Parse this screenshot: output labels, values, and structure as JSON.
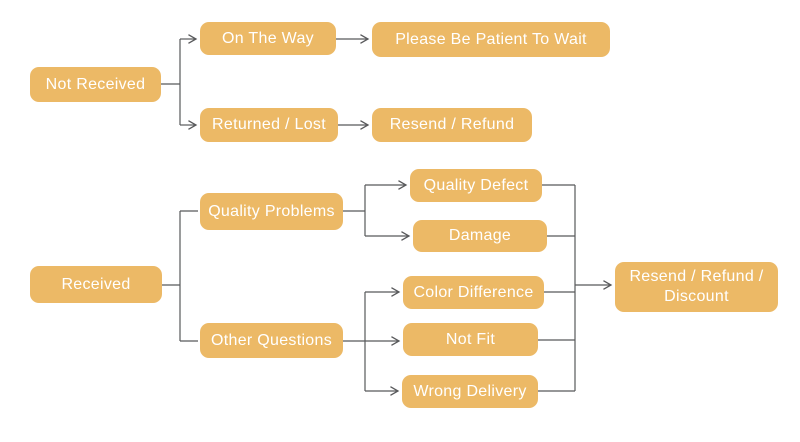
{
  "colors": {
    "node_fill": "#ecb966",
    "node_text": "#ffffff",
    "line": "#58595b",
    "background": "#ffffff"
  },
  "nodes": {
    "not_received": {
      "label": "Not Received"
    },
    "on_the_way": {
      "label": "On The Way"
    },
    "please_be_patient": {
      "label": "Please Be Patient To Wait"
    },
    "returned_lost": {
      "label": "Returned / Lost"
    },
    "resend_refund": {
      "label": "Resend / Refund"
    },
    "received": {
      "label": "Received"
    },
    "quality_problems": {
      "label": "Quality Problems"
    },
    "other_questions": {
      "label": "Other Questions"
    },
    "quality_defect": {
      "label": "Quality Defect"
    },
    "damage": {
      "label": "Damage"
    },
    "color_difference": {
      "label": "Color Difference"
    },
    "not_fit": {
      "label": "Not Fit"
    },
    "wrong_delivery": {
      "label": "Wrong Delivery"
    },
    "resend_refund_discount": {
      "label": "Resend / Refund / Discount"
    }
  },
  "edges": [
    {
      "from": "not_received",
      "to": "on_the_way"
    },
    {
      "from": "not_received",
      "to": "returned_lost"
    },
    {
      "from": "on_the_way",
      "to": "please_be_patient"
    },
    {
      "from": "returned_lost",
      "to": "resend_refund"
    },
    {
      "from": "received",
      "to": "quality_problems"
    },
    {
      "from": "received",
      "to": "other_questions"
    },
    {
      "from": "quality_problems",
      "to": "quality_defect"
    },
    {
      "from": "quality_problems",
      "to": "damage"
    },
    {
      "from": "other_questions",
      "to": "color_difference"
    },
    {
      "from": "other_questions",
      "to": "not_fit"
    },
    {
      "from": "other_questions",
      "to": "wrong_delivery"
    },
    {
      "from": "quality_defect",
      "to": "resend_refund_discount"
    },
    {
      "from": "damage",
      "to": "resend_refund_discount"
    },
    {
      "from": "color_difference",
      "to": "resend_refund_discount"
    },
    {
      "from": "not_fit",
      "to": "resend_refund_discount"
    },
    {
      "from": "wrong_delivery",
      "to": "resend_refund_discount"
    }
  ]
}
